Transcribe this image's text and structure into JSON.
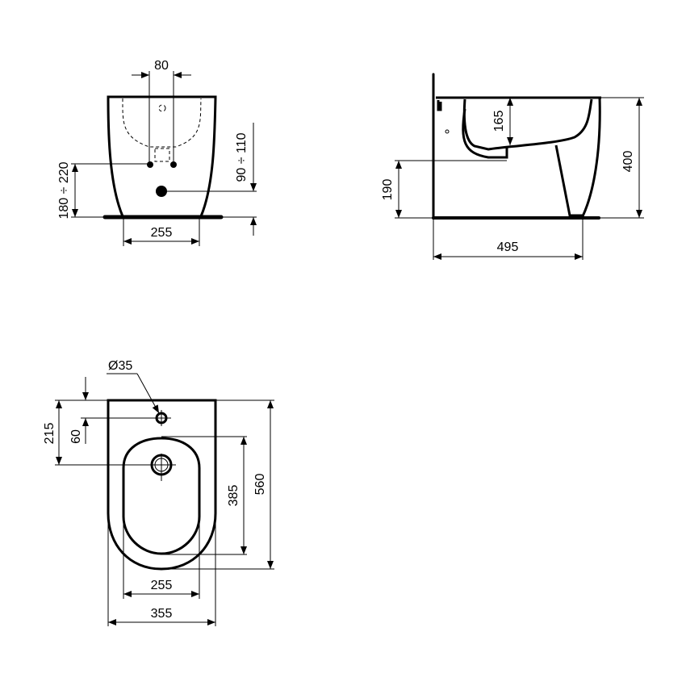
{
  "front_view": {
    "dims": {
      "width_80": "80",
      "height_180_220": "180 ÷ 220",
      "height_90_110": "90 ÷ 110",
      "base_width": "255"
    }
  },
  "side_view": {
    "dims": {
      "bowl_depth": "165",
      "height": "400",
      "outlet_height": "190",
      "length": "495"
    }
  },
  "top_view": {
    "dims": {
      "tap_hole_diameter": "Ø35",
      "distance_60": "60",
      "distance_215": "215",
      "bowl_length": "385",
      "total_length": "560",
      "bowl_width": "255",
      "total_width": "355"
    }
  }
}
